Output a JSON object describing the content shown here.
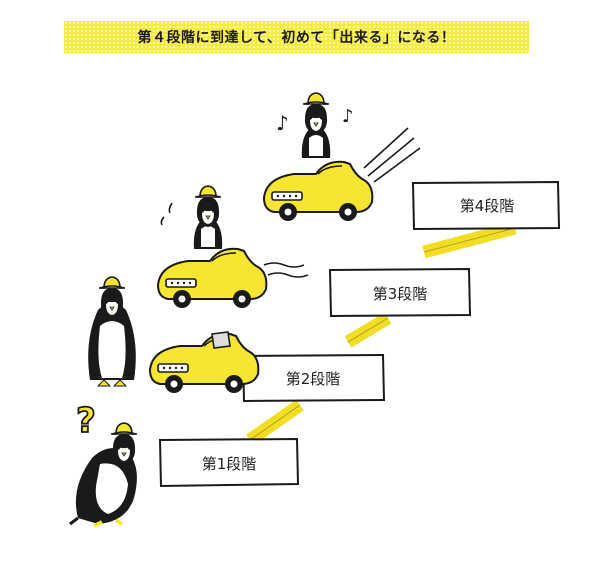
{
  "banner": {
    "text": "第４段階に到達して、初めて「出来る」になる！"
  },
  "stages": [
    {
      "label": "第1段階"
    },
    {
      "label": "第2段階"
    },
    {
      "label": "第3段階"
    },
    {
      "label": "第4段階"
    }
  ],
  "marks": {
    "question": "?",
    "note": "♪"
  },
  "colors": {
    "yellow": "#f6e631",
    "ink": "#1a1a1a",
    "road": "#f1dd24",
    "banner": "#f6ec3a"
  }
}
